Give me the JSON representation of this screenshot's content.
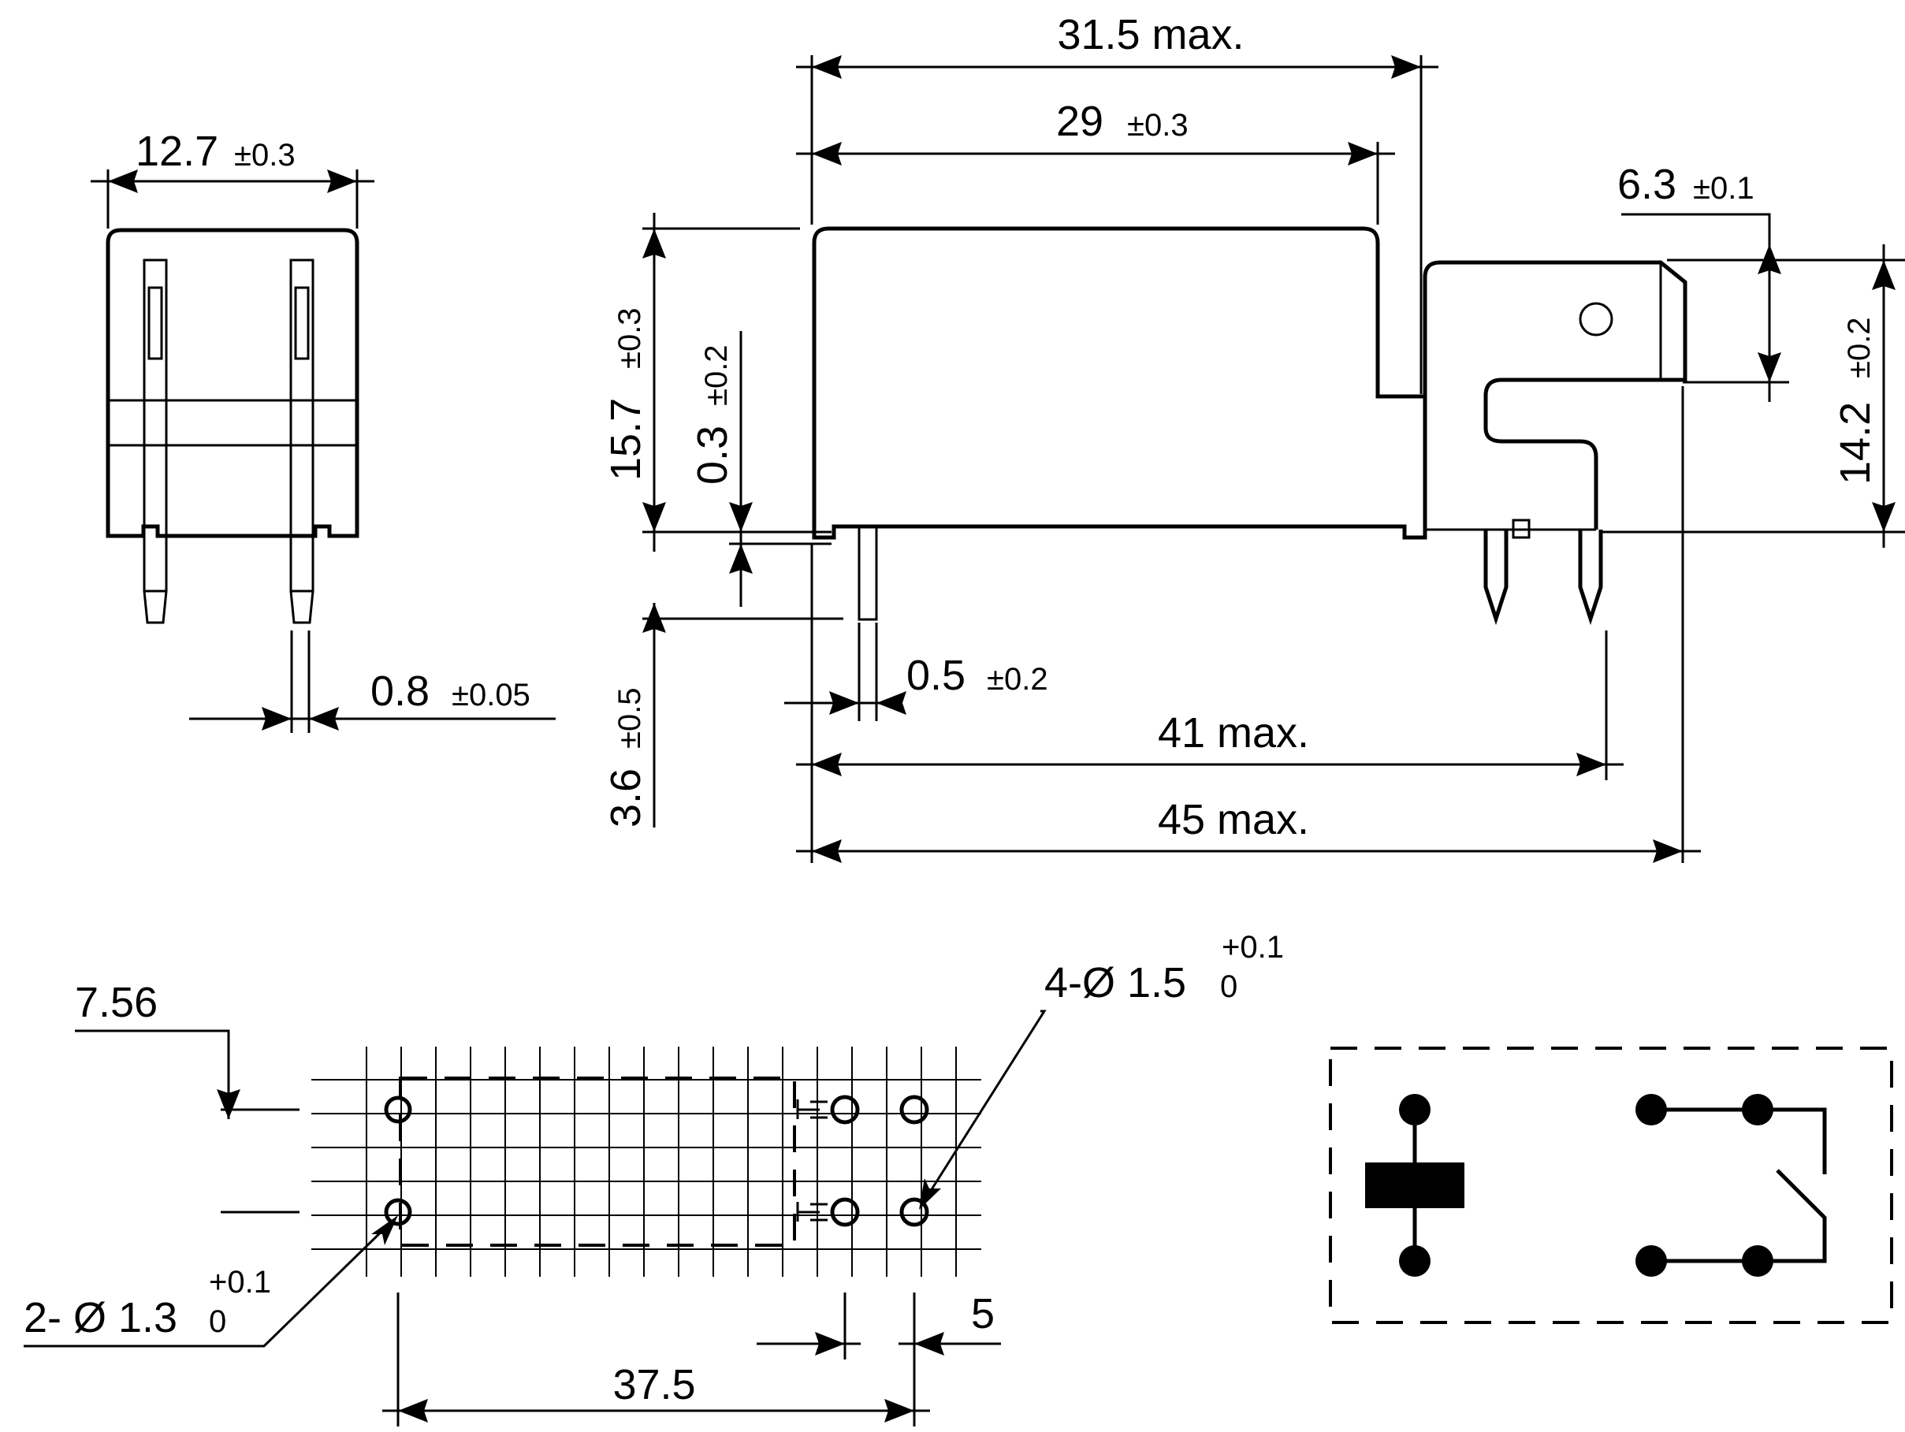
{
  "dimensions": {
    "width_side": {
      "value": "12.7",
      "tol": "±0.3"
    },
    "pin_width": {
      "value": "0.8",
      "tol": "±0.05"
    },
    "length_body": {
      "value": "31.5 max."
    },
    "length_inner": {
      "value": "29",
      "tol": "±0.3"
    },
    "terminal_tab": {
      "value": "6.3",
      "tol": "±0.1"
    },
    "height_body": {
      "value": "15.7",
      "tol": "±0.3"
    },
    "standoff": {
      "value": "0.3",
      "tol": "±0.2"
    },
    "height_tab": {
      "value": "14.2",
      "tol": "±0.2"
    },
    "pin_length": {
      "value": "3.6",
      "tol": "±0.5"
    },
    "pin_thickness": {
      "value": "0.5",
      "tol": "±0.2"
    },
    "length_terminal": {
      "value": "41 max."
    },
    "length_total": {
      "value": "45 max."
    }
  },
  "pcb_layout": {
    "offset": "7.56",
    "hole_large": {
      "prefix": "4-Ø 1.5",
      "upper": "+0.1",
      "lower": "0"
    },
    "hole_small": {
      "prefix": "2- Ø 1.3",
      "upper": "+0.1",
      "lower": "0"
    },
    "pitch_main": "37.5",
    "pitch_small": "5"
  }
}
